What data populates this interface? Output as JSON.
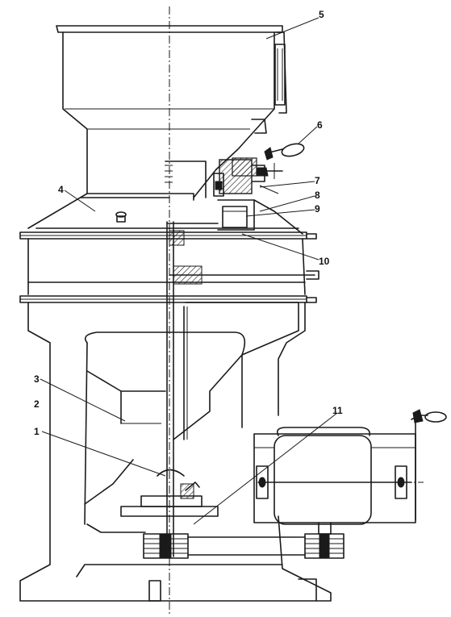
{
  "labels": [
    {
      "id": "1",
      "text": "1"
    },
    {
      "id": "2",
      "text": "2"
    },
    {
      "id": "3",
      "text": "3"
    },
    {
      "id": "4",
      "text": "4"
    },
    {
      "id": "5",
      "text": "5"
    },
    {
      "id": "6",
      "text": "6"
    },
    {
      "id": "7",
      "text": "7"
    },
    {
      "id": "8",
      "text": "8"
    },
    {
      "id": "9",
      "text": "9"
    },
    {
      "id": "10",
      "text": "10"
    },
    {
      "id": "11",
      "text": "11"
    }
  ]
}
